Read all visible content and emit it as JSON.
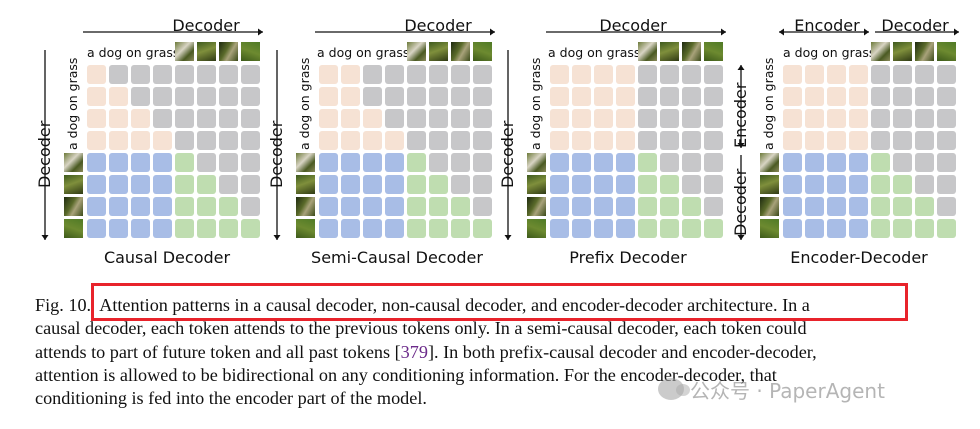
{
  "figure": {
    "panels": [
      {
        "label": "Causal Decoder",
        "top_title": "Decoder",
        "left_title": "Decoder",
        "condition_text": "a dog on grass",
        "left_condition_text": "a dog on grass",
        "encoder_decoder": false,
        "pattern": "causal"
      },
      {
        "label": "Semi-Causal Decoder",
        "top_title": "Decoder",
        "left_title": "Decoder",
        "condition_text": "a dog on grass",
        "left_condition_text": "a dog on grass",
        "encoder_decoder": false,
        "pattern": "semi-causal"
      },
      {
        "label": "Prefix Decoder",
        "top_title": "Decoder",
        "left_title": "Decoder",
        "condition_text": "a dog on grass",
        "left_condition_text": "a dog on grass",
        "encoder_decoder": false,
        "pattern": "prefix"
      },
      {
        "label": "Encoder-Decoder",
        "top_title_left": "Encoder",
        "top_title_right": "Decoder",
        "left_title_top": "Encoder",
        "left_title_bottom": "Decoder",
        "condition_text": "a dog on grass",
        "left_condition_text": "a dog on grass",
        "encoder_decoder": true,
        "pattern": "encoder-decoder"
      }
    ],
    "colors": {
      "text_attention": "#f6e2d4",
      "image_attention": "#a8bde6",
      "image_self_attention": "#bfddb0",
      "masked": "#c7c7c9"
    }
  },
  "caption": {
    "label": "Fig. 10.",
    "lines": [
      {
        "text": "Attention patterns in a causal decoder, non-causal decoder, and encoder-decoder architecture. In a"
      },
      {
        "text": "causal decoder, each token attends to the previous tokens only. In a semi-causal decoder, each token could"
      },
      {
        "pre": "attends to part of future token and all past tokens [",
        "cite": "379",
        "post": "]. In both prefix-causal decoder and encoder-decoder,"
      },
      {
        "text": "attention is allowed to be bidirectional on any conditioning information. For the encoder-decoder, that"
      },
      {
        "text": "conditioning is fed into the encoder part of the model."
      }
    ]
  },
  "watermark": {
    "text": "公众号 · PaperAgent"
  }
}
